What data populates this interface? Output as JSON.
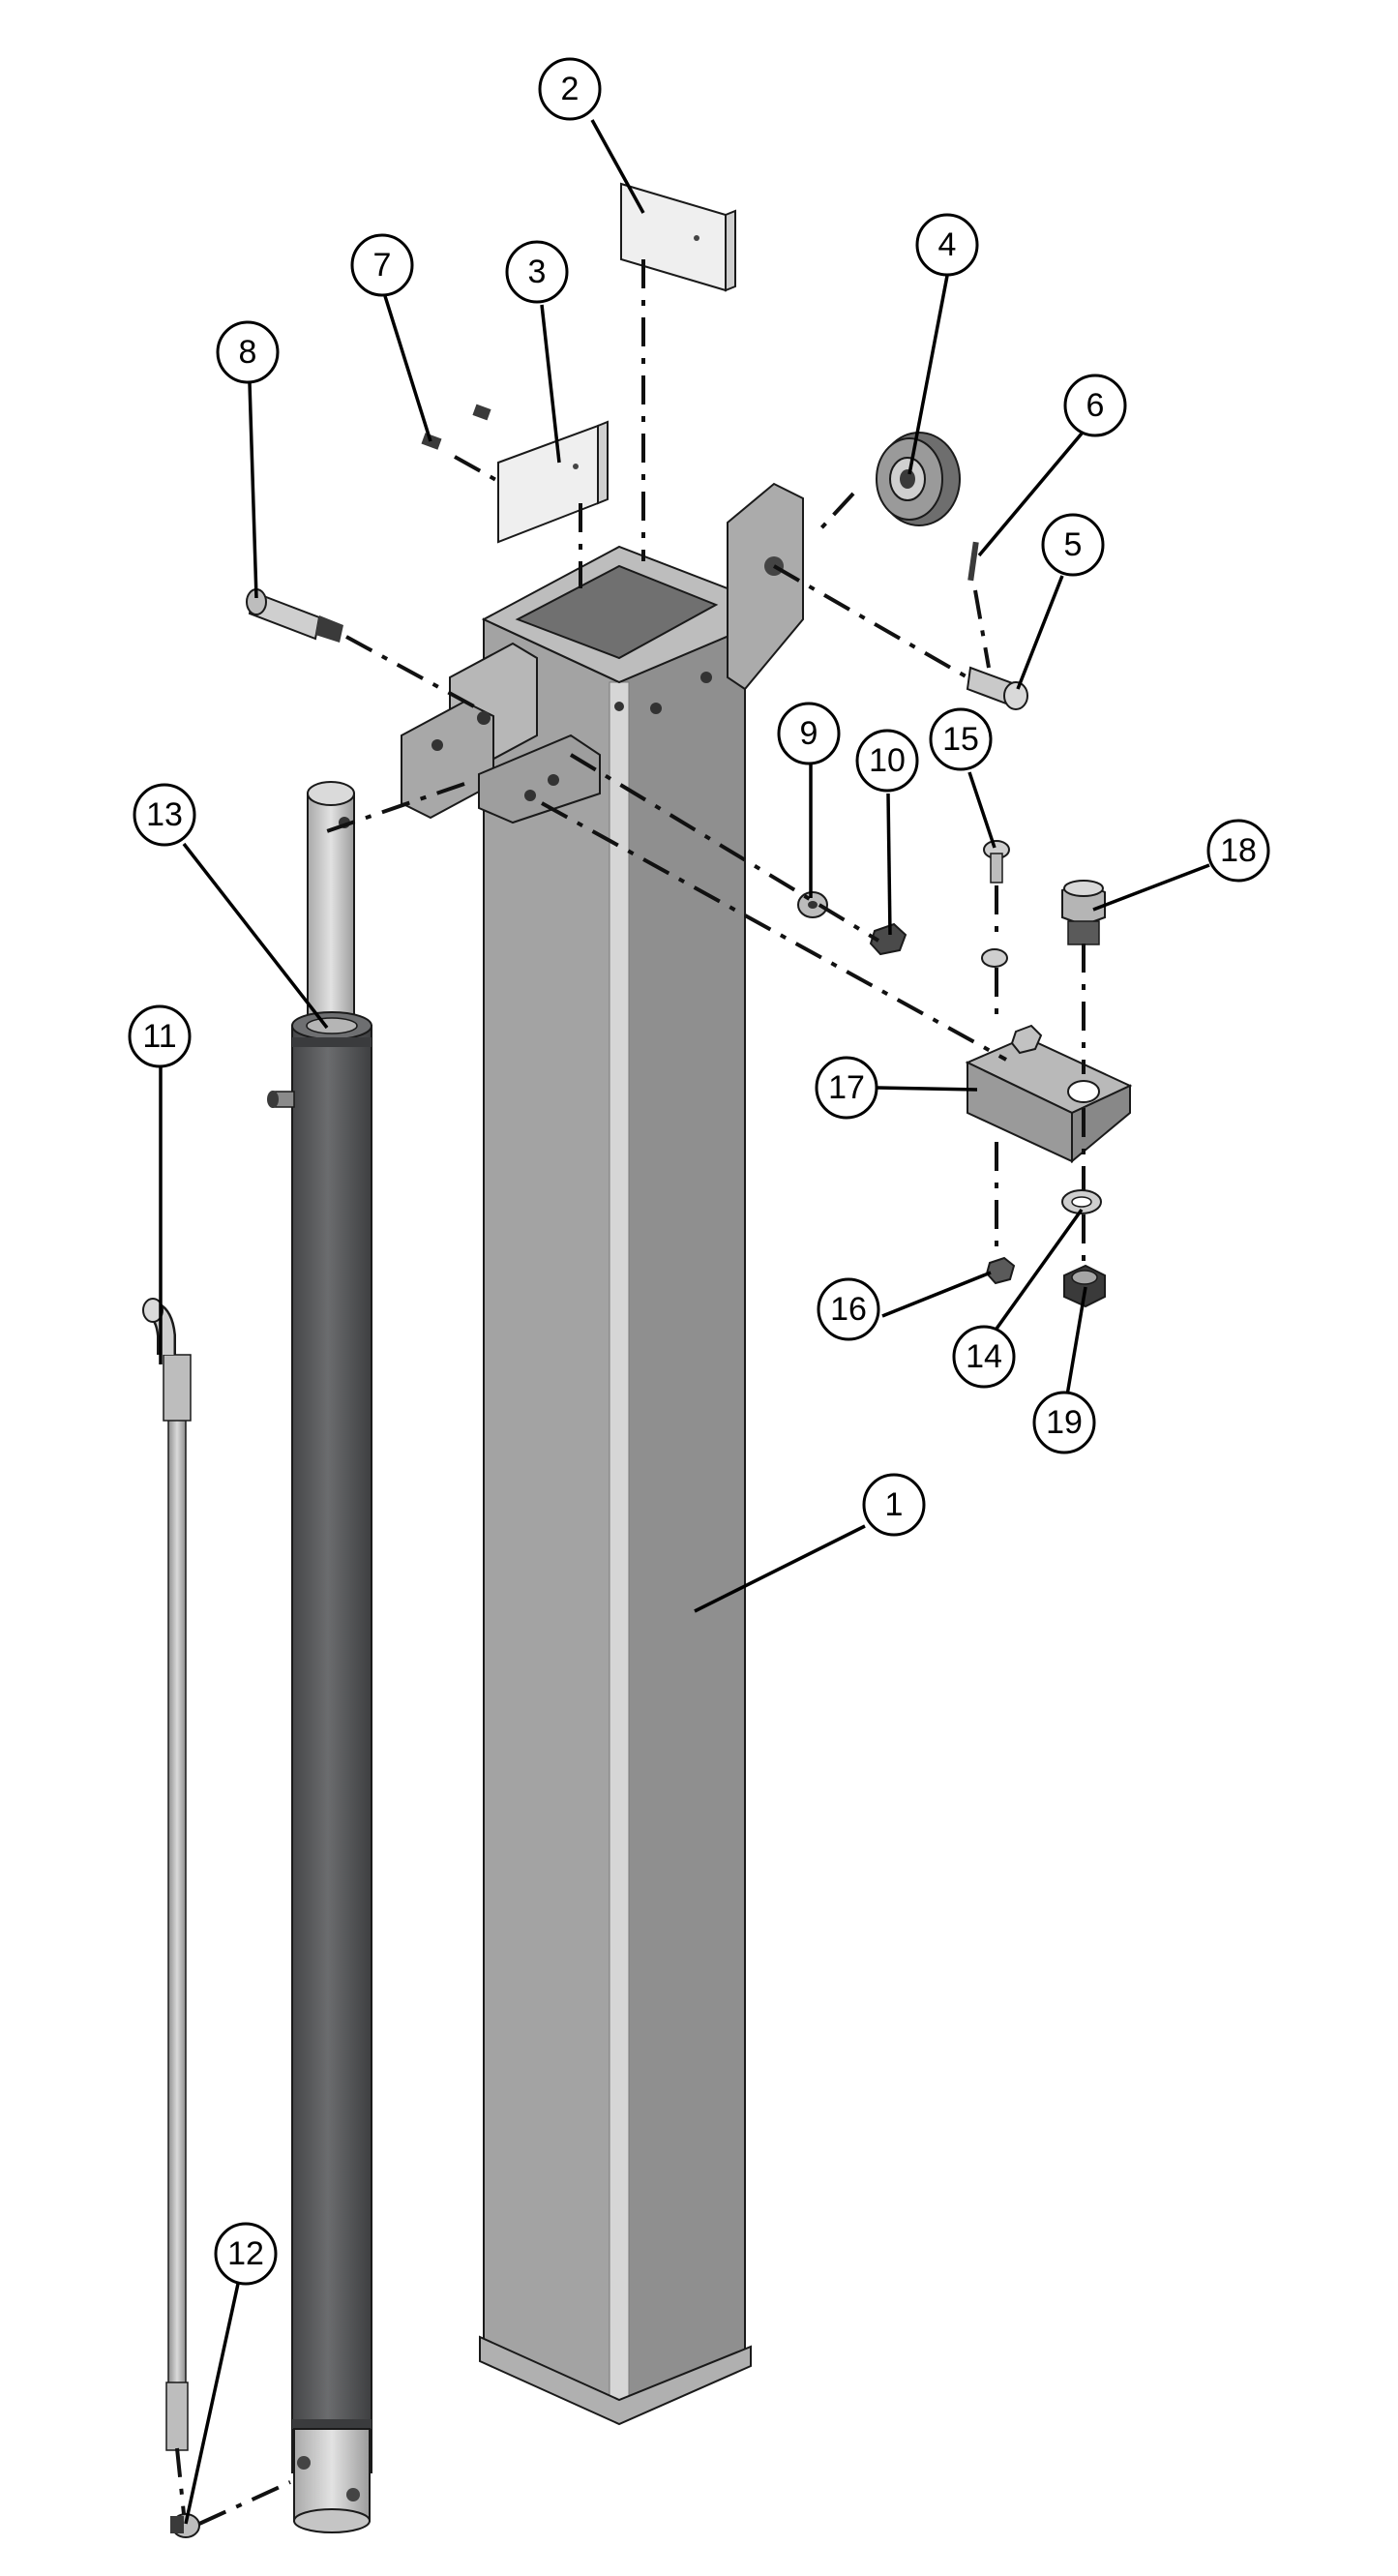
{
  "colors": {
    "background": "#ffffff",
    "post_face": "#9b9b9b",
    "post_side": "#8a8a8a",
    "post_edge": "#cfcfcf",
    "cylinder_body": "#5f6062",
    "cylinder_dark": "#454648",
    "rod": "#c8c8c8",
    "pad": "#ededed",
    "metal": "#b5b5b5",
    "outline": "#1a1a1a"
  },
  "callouts": [
    {
      "id": "1",
      "label": "1"
    },
    {
      "id": "2",
      "label": "2"
    },
    {
      "id": "3",
      "label": "3"
    },
    {
      "id": "4",
      "label": "4"
    },
    {
      "id": "5",
      "label": "5"
    },
    {
      "id": "6",
      "label": "6"
    },
    {
      "id": "7",
      "label": "7"
    },
    {
      "id": "8",
      "label": "8"
    },
    {
      "id": "9",
      "label": "9"
    },
    {
      "id": "10",
      "label": "10"
    },
    {
      "id": "11",
      "label": "11"
    },
    {
      "id": "12",
      "label": "12"
    },
    {
      "id": "13",
      "label": "13"
    },
    {
      "id": "14",
      "label": "14"
    },
    {
      "id": "15",
      "label": "15"
    },
    {
      "id": "16",
      "label": "16"
    },
    {
      "id": "17",
      "label": "17"
    },
    {
      "id": "18",
      "label": "18"
    },
    {
      "id": "19",
      "label": "19"
    }
  ]
}
